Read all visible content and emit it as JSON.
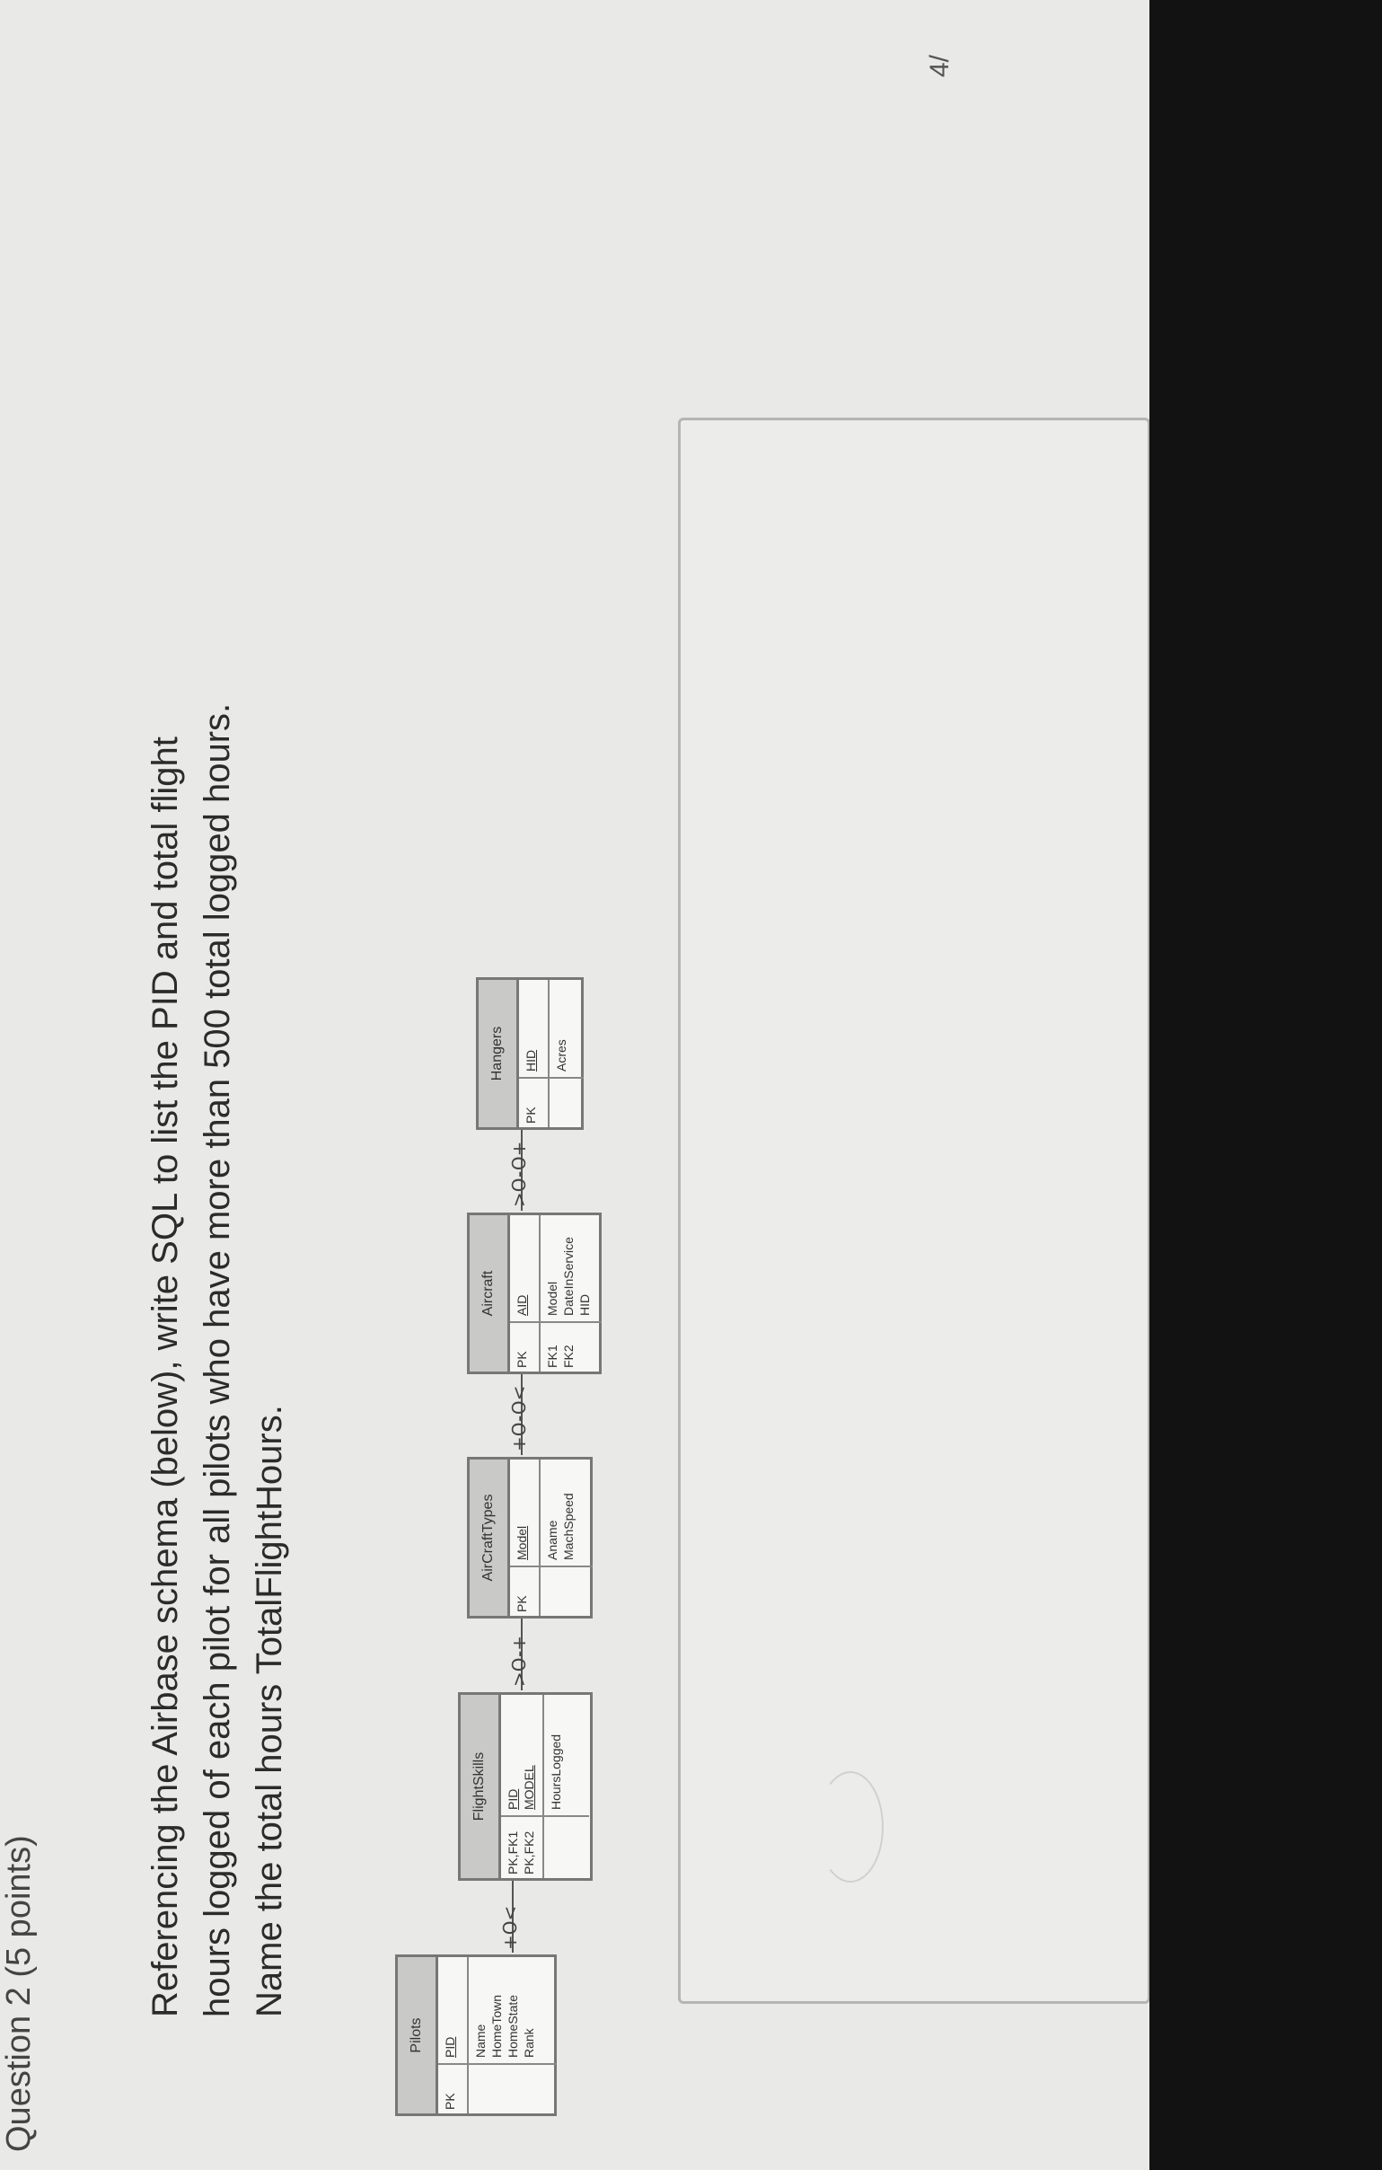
{
  "question": {
    "header": "Question 2 (5 points)",
    "lines": [
      "Referencing the Airbase schema (below), write SQL to list the PID and total flight",
      "hours logged of each pilot for all pilots who have more than 500 total logged hours.",
      "Name the total hours TotalFlightHours."
    ]
  },
  "schema": {
    "entities": [
      {
        "name": "Pilots",
        "keys": [
          {
            "key": "PK",
            "attr": "PID",
            "pk": true
          }
        ],
        "attrs": [
          "Name",
          "HomeTown",
          "HomeState",
          "Rank"
        ]
      },
      {
        "name": "FlightSkills",
        "keys": [
          {
            "key": "PK,FK1",
            "attr": "PID",
            "pk": true
          },
          {
            "key": "PK,FK2",
            "attr": "MODEL",
            "pk": true
          }
        ],
        "attrs": [
          "HoursLogged"
        ]
      },
      {
        "name": "AirCraftTypes",
        "keys": [
          {
            "key": "PK",
            "attr": "Model",
            "pk": true
          }
        ],
        "attrs": [
          "Aname",
          "MachSpeed"
        ]
      },
      {
        "name": "Aircraft",
        "keys": [
          {
            "key": "PK",
            "attr": "AID",
            "pk": true
          }
        ],
        "attr_rows": [
          {
            "key": "FK1",
            "attr": "Model"
          },
          {
            "key": "",
            "attr": "DateInService"
          },
          {
            "key": "FK2",
            "attr": "HID"
          }
        ]
      },
      {
        "name": "Hangers",
        "keys": [
          {
            "key": "PK",
            "attr": "HID",
            "pk": true
          }
        ],
        "attrs": [
          "Acres"
        ]
      }
    ]
  },
  "page_corner": "4/"
}
